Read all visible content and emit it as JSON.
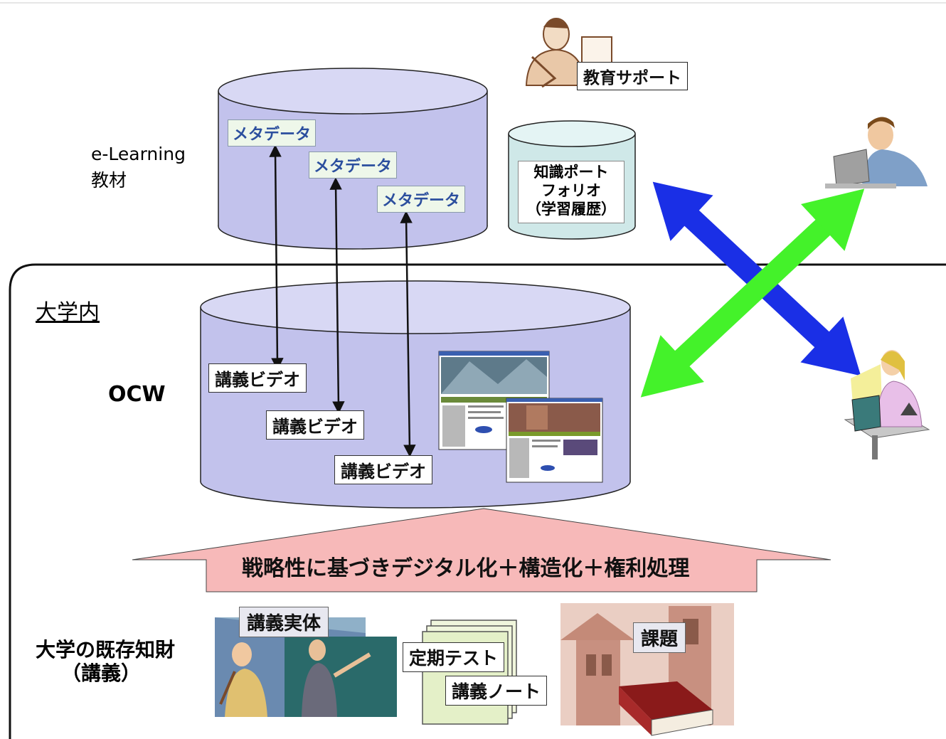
{
  "labels": {
    "elearning_line1": "e-Learning",
    "elearning_line2": "教材",
    "campus": "大学内",
    "ocw": "OCW",
    "education_support": "教育サポート",
    "portfolio_line1": "知識ポート",
    "portfolio_line2": "フォリオ",
    "portfolio_line3": "（学習履歴）",
    "arrow_banner": "戦略性に基づきデジタル化＋構造化＋権利処理",
    "existing_assets_line1": "大学の既存知財",
    "existing_assets_line2": "（講義）",
    "lecture_entity": "講義実体",
    "periodic_test": "定期テスト",
    "lecture_notes": "講義ノート",
    "assignment": "課題"
  },
  "metadata_labels": [
    "メタデータ",
    "メタデータ",
    "メタデータ"
  ],
  "video_labels": [
    "講義ビデオ",
    "講義ビデオ",
    "講義ビデオ"
  ],
  "colors": {
    "cylinder_fill": "#c2c2ec",
    "cylinder_top": "#d8d8f4",
    "portfolio_fill": "#cfe8e8",
    "banner_fill": "#f7b9b9",
    "blue_arrow": "#1a2fe6",
    "green_arrow": "#44f22a",
    "metadata_text": "#2c4f9e"
  }
}
